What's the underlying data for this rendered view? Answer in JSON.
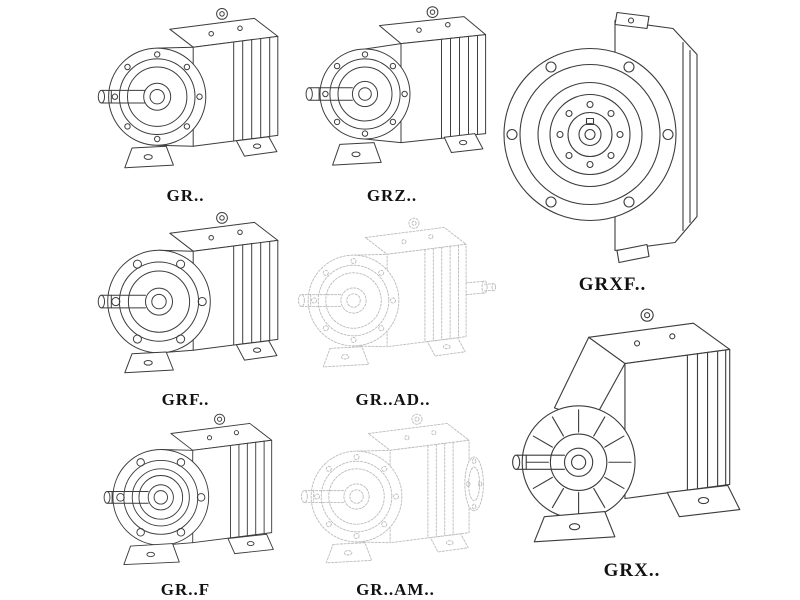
{
  "page": {
    "background": "#ffffff",
    "line_color": "#3c3c3c",
    "ghost_line_color": "#bdbdbd",
    "label_color": "#121212"
  },
  "catalog": {
    "description": "Helical gear reducer model variants, technical line drawings",
    "items": [
      {
        "id": "gr",
        "label": "GR..",
        "style": "solid"
      },
      {
        "id": "grz",
        "label": "GRZ..",
        "style": "solid"
      },
      {
        "id": "grxf",
        "label": "GRXF..",
        "style": "solid"
      },
      {
        "id": "grf",
        "label": "GRF..",
        "style": "solid"
      },
      {
        "id": "gr-ad",
        "label": "GR..AD..",
        "style": "ghost"
      },
      {
        "id": "gr-f",
        "label": "GR..F",
        "style": "solid"
      },
      {
        "id": "gr-am",
        "label": "GR..AM..",
        "style": "ghost"
      },
      {
        "id": "grx",
        "label": "GRX..",
        "style": "solid"
      }
    ]
  }
}
